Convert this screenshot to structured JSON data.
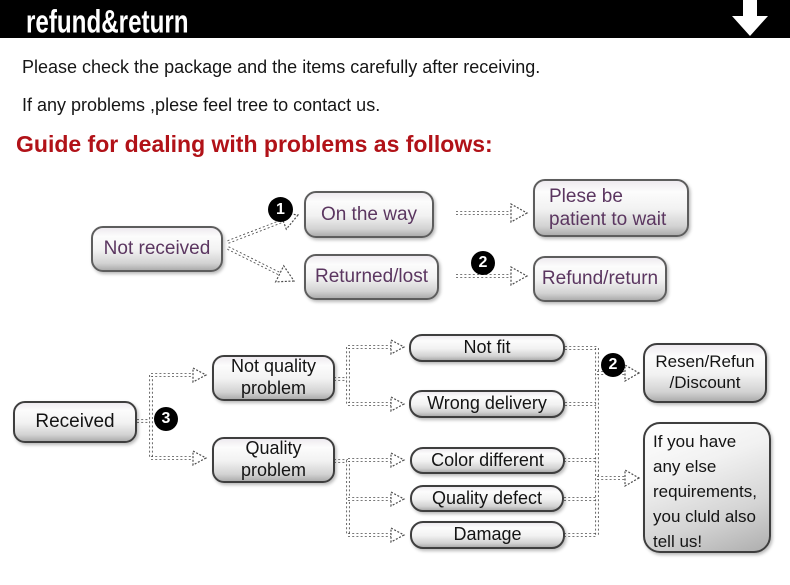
{
  "header": {
    "title": "refund&return",
    "bar_color": "#000000",
    "arrow_icon": "down-arrow"
  },
  "intro": {
    "line1": "Please check the package and the items carefully after receiving.",
    "line2": "If any problems ,plese feel tree to contact us."
  },
  "guide": {
    "heading": "Guide for dealing with problems as follows:",
    "color": "#b11218"
  },
  "flow1": {
    "text_color": "#5b3660",
    "badges": {
      "b1": "1",
      "b2": "2"
    },
    "nodes": {
      "not_received": "Not received",
      "on_the_way": "On the way",
      "returned_lost": "Returned/lost",
      "patient_wait": "Plese be\npatient to wait",
      "refund_return": "Refund/return"
    }
  },
  "flow2": {
    "text_color": "#141414",
    "badges": {
      "b3": "3",
      "b2": "2"
    },
    "nodes": {
      "received": "Received",
      "not_quality_problem": "Not quality\nproblem",
      "quality_problem": "Quality\nproblem",
      "not_fit": "Not fit",
      "wrong_delivery": "Wrong delivery",
      "color_different": "Color different",
      "quality_defect": "Quality defect",
      "damage": "Damage",
      "resen_refund": "Resen/Refun\n/Discount",
      "else_requirements": "If you have\nany else\nrequirements,\nyou cluld also\ntell us!"
    }
  }
}
